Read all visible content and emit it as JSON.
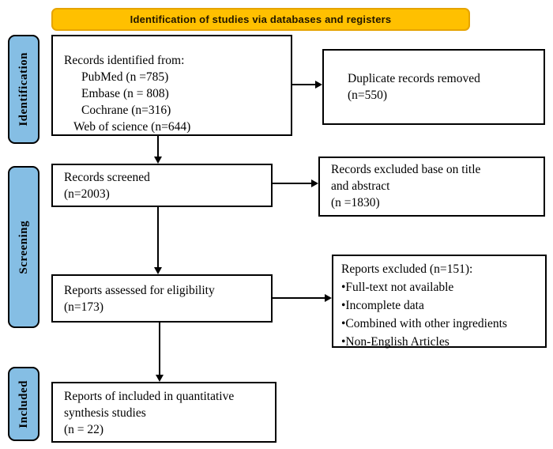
{
  "banner": {
    "label": "Identification of studies via databases and registers"
  },
  "sidebar": {
    "stages": [
      {
        "label": "Identification"
      },
      {
        "label": "Screening"
      },
      {
        "label": "Included"
      }
    ]
  },
  "boxes": {
    "identified": {
      "lines": [
        "Records identified from:",
        "PubMed (n =785)",
        "Embase (n = 808)",
        "Cochrane (n=316)",
        "Web of science (n=644)"
      ]
    },
    "duplicates": {
      "lines": [
        "Duplicate records removed",
        "(n=550)"
      ]
    },
    "screened": {
      "lines": [
        "Records screened",
        "(n=2003)"
      ]
    },
    "excluded_screening": {
      "lines": [
        "Records excluded base on title",
        "and abstract",
        "(n =1830)"
      ]
    },
    "assessed": {
      "lines": [
        "Reports assessed for eligibility",
        "(n=173)"
      ]
    },
    "excluded_eligibility": {
      "lines": [
        "Reports excluded (n=151):",
        "•Full-text not available",
        "•Incomplete data",
        "•Combined with other ingredients",
        "•Non-English Articles"
      ]
    },
    "included": {
      "lines": [
        "Reports of included in quantitative",
        "synthesis studies",
        "(n = 22)"
      ]
    }
  },
  "colors": {
    "banner_fill": "#FFC000",
    "banner_border": "#E6A400",
    "banner_text": "#201600",
    "stage_fill": "#85BEE4",
    "box_border": "#000000"
  }
}
